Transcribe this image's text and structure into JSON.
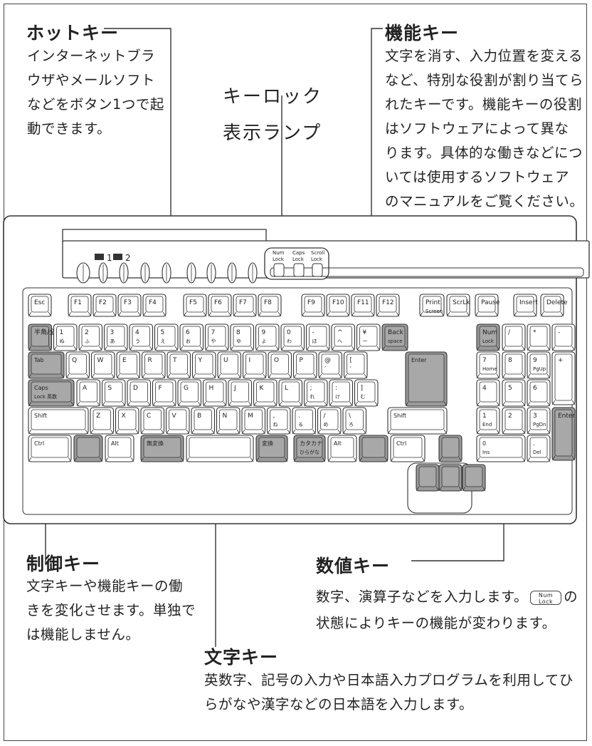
{
  "hotkey": {
    "title": "ホットキー",
    "desc": [
      "インターネットブラ",
      "ウザやメールソフト",
      "などをボタン1つで起",
      "動できます。"
    ]
  },
  "keylock": {
    "line1": "キーロック",
    "line2": "表示ランプ"
  },
  "function_key": {
    "title": "機能キー",
    "desc": [
      "文字を消す、入力位置を変える",
      "など、特別な役割が割り当てら",
      "れたキーです。機能キーの役割",
      "はソフトウェアによって異な",
      "ります。具体的な働きなどにつ",
      "いては使用するソフトウェア",
      "のマニュアルをご覧ください。"
    ]
  },
  "control_key": {
    "title": "制御キー",
    "desc": [
      "文字キーや機能キーの働",
      "きを変化させます。単独で",
      "は機能しません。"
    ]
  },
  "numeric_key": {
    "title": "数値キー",
    "desc1a": "数字、演算子などを入力します。",
    "desc1b": "の",
    "desc2": "状態によりキーの機能が変わります。",
    "numlock_l1": "Num",
    "numlock_l2": "Lock"
  },
  "char_key": {
    "title": "文字キー",
    "desc": [
      "英数字、記号の入力や日本語入力プログラムを利用してひ",
      "らがなや漢字などの日本語を入力します。"
    ]
  },
  "keyboard": {
    "hotkeys": [
      "AP 1",
      "AP 2"
    ],
    "lamps": [
      "Num\nLock",
      "Caps\nLock",
      "Scroll\nLock"
    ],
    "rows": [
      [
        "Esc",
        "F1",
        "F2",
        "F3",
        "F4",
        "F5",
        "F6",
        "F7",
        "F8",
        "F9",
        "F10",
        "F11",
        "F12",
        "Print Screen",
        "ScrLk",
        "Pause",
        "Insert",
        "Delete"
      ],
      [
        "半角/全角",
        "1 ぬ",
        "2 ふ",
        "3 あ",
        "4 う",
        "5 え",
        "6 お",
        "7 や",
        "8 ゆ",
        "9 よ",
        "0 わ",
        "- ほ",
        "^ へ",
        "¥ ー",
        "Back space",
        "Num Lock",
        "/",
        "*",
        "-"
      ],
      [
        "Tab",
        "Q",
        "W",
        "E",
        "R",
        "T",
        "Y",
        "U",
        "I",
        "O",
        "P",
        "@ ゛",
        "[ ゜",
        "Enter",
        "7 Home",
        "8",
        "9 PgUp",
        "+"
      ],
      [
        "Caps Lock 英数",
        "A",
        "S",
        "D",
        "F",
        "G",
        "H",
        "J",
        "K",
        "L",
        "; れ",
        ": け",
        "] む",
        "4",
        "5",
        "6"
      ],
      [
        "Shift",
        "Z",
        "X",
        "C",
        "V",
        "B",
        "N",
        "M",
        ", ね",
        ". る",
        "/ め",
        "\\ ろ",
        "Shift",
        "1 End",
        "2",
        "3 PgDn",
        "Enter"
      ],
      [
        "Ctrl",
        "Alt",
        "無変換",
        "変換",
        "カタカナ ひらがな",
        "Alt",
        "Ctrl",
        "0 Ins",
        ". Del"
      ]
    ]
  }
}
